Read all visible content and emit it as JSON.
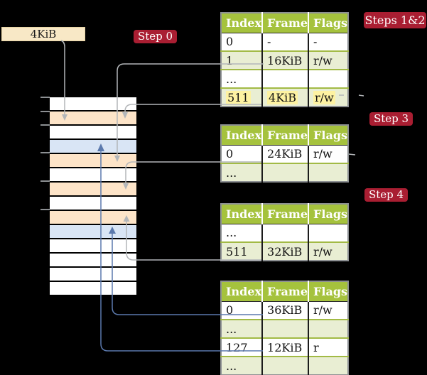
{
  "title_box": {
    "label": "4KiB"
  },
  "badges": {
    "step0": "Step 0",
    "steps12": "Steps 1&2",
    "step3": "Step 3",
    "step4": "Step 4"
  },
  "tables": [
    {
      "id": "page-table-steps-1-2",
      "headers": [
        "Index",
        "Frame",
        "Flags"
      ],
      "rows": [
        {
          "cells": [
            "0",
            "-",
            "-"
          ],
          "highlight": false
        },
        {
          "cells": [
            "1",
            "16KiB",
            "r/w"
          ],
          "highlight": false
        },
        {
          "cells": [
            "...",
            "",
            ""
          ],
          "highlight": false
        },
        {
          "cells": [
            "511",
            "4KiB",
            "r/w"
          ],
          "highlight": true
        }
      ]
    },
    {
      "id": "page-table-step-3",
      "headers": [
        "Index",
        "Frame",
        "Flags"
      ],
      "rows": [
        {
          "cells": [
            "0",
            "24KiB",
            "r/w"
          ],
          "highlight": false
        },
        {
          "cells": [
            "...",
            "",
            ""
          ],
          "highlight": false
        }
      ]
    },
    {
      "id": "page-table-step-4",
      "headers": [
        "Index",
        "Frame",
        "Flags"
      ],
      "rows": [
        {
          "cells": [
            "...",
            "",
            ""
          ],
          "highlight": false
        },
        {
          "cells": [
            "511",
            "32KiB",
            "r/w"
          ],
          "highlight": false
        }
      ]
    },
    {
      "id": "page-table-final",
      "headers": [
        "Index",
        "Frame",
        "Flags"
      ],
      "rows": [
        {
          "cells": [
            "0",
            "36KiB",
            "r/w"
          ],
          "highlight": false
        },
        {
          "cells": [
            "...",
            "",
            ""
          ],
          "highlight": false
        },
        {
          "cells": [
            "127",
            "12KiB",
            "r"
          ],
          "highlight": false
        },
        {
          "cells": [
            "...",
            "",
            ""
          ],
          "highlight": false
        }
      ]
    }
  ],
  "memory_column": {
    "rows": [
      "white",
      "peach",
      "white",
      "blue",
      "peach",
      "white",
      "peach",
      "white",
      "peach",
      "blue",
      "white",
      "white",
      "white",
      "white"
    ]
  },
  "colors": {
    "background": "#000000",
    "badge_red": "#a91e32",
    "table_header_green": "#a5c23d",
    "table_row_green": "#e9eed3",
    "highlight_yellow": "#fdf2a2",
    "frame_peach": "#fde4c8",
    "frame_blue": "#d9e5f5",
    "box_cream": "#f8e8c6",
    "arrow_gray": "#b3b6b9",
    "arrow_blue": "#5b79ad"
  }
}
